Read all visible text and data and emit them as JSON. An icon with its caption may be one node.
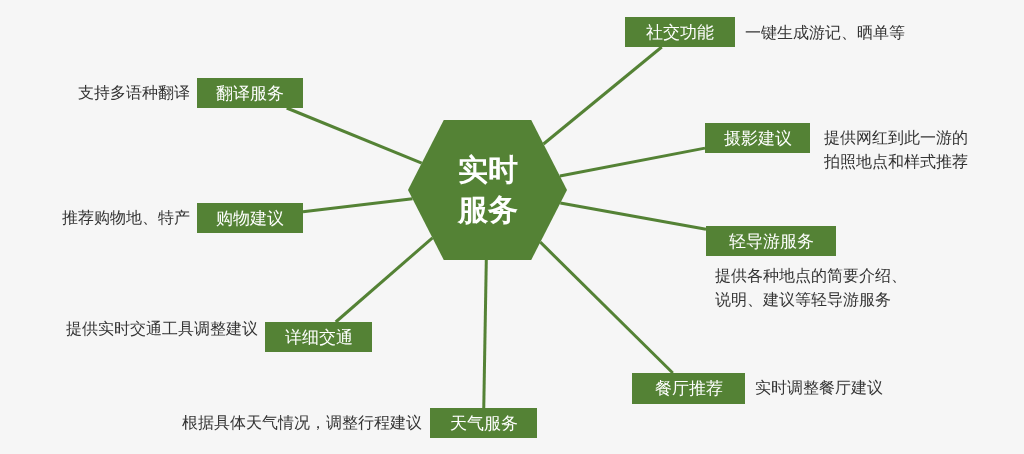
{
  "diagram": {
    "nodes": [
      {
        "text": [
          "实时服务"
        ]
      },
      {
        "text": [
          "社交功能"
        ],
        "beside": [
          "一键生成游记、晒单等"
        ]
      },
      {
        "text": [
          "翻译服务"
        ],
        "beside": [
          "支持多语种翻译"
        ]
      },
      {
        "text": [
          "摄影建议"
        ],
        "beside": [
          "提供网红到此一游的拍照地点和样式推荐"
        ]
      },
      {
        "text": [
          "购物建议"
        ],
        "beside": [
          "推荐购物地、特产"
        ]
      },
      {
        "text": [
          "轻导游服务"
        ],
        "beside": [
          "提供各种地点的简要介绍、说明、建议等轻导游服务"
        ]
      },
      {
        "text": [
          "详细交通"
        ],
        "beside": [
          "提供实时交通工具调整建议"
        ]
      },
      {
        "text": [
          "餐厅推荐"
        ],
        "beside": [
          "实时调整餐厅建议"
        ]
      },
      {
        "text": [
          "天气服务"
        ],
        "beside": [
          "根据具体天气情况，调整行程建议"
        ]
      }
    ],
    "edges": [
      {
        "from": 0,
        "to": 1,
        "arrow": "none"
      },
      {
        "from": 0,
        "to": 2,
        "arrow": "none"
      },
      {
        "from": 0,
        "to": 3,
        "arrow": "none"
      },
      {
        "from": 0,
        "to": 4,
        "arrow": "none"
      },
      {
        "from": 0,
        "to": 5,
        "arrow": "none"
      },
      {
        "from": 0,
        "to": 6,
        "arrow": "none"
      },
      {
        "from": 0,
        "to": 7,
        "arrow": "none"
      },
      {
        "from": 0,
        "to": 8,
        "arrow": "none"
      }
    ]
  }
}
